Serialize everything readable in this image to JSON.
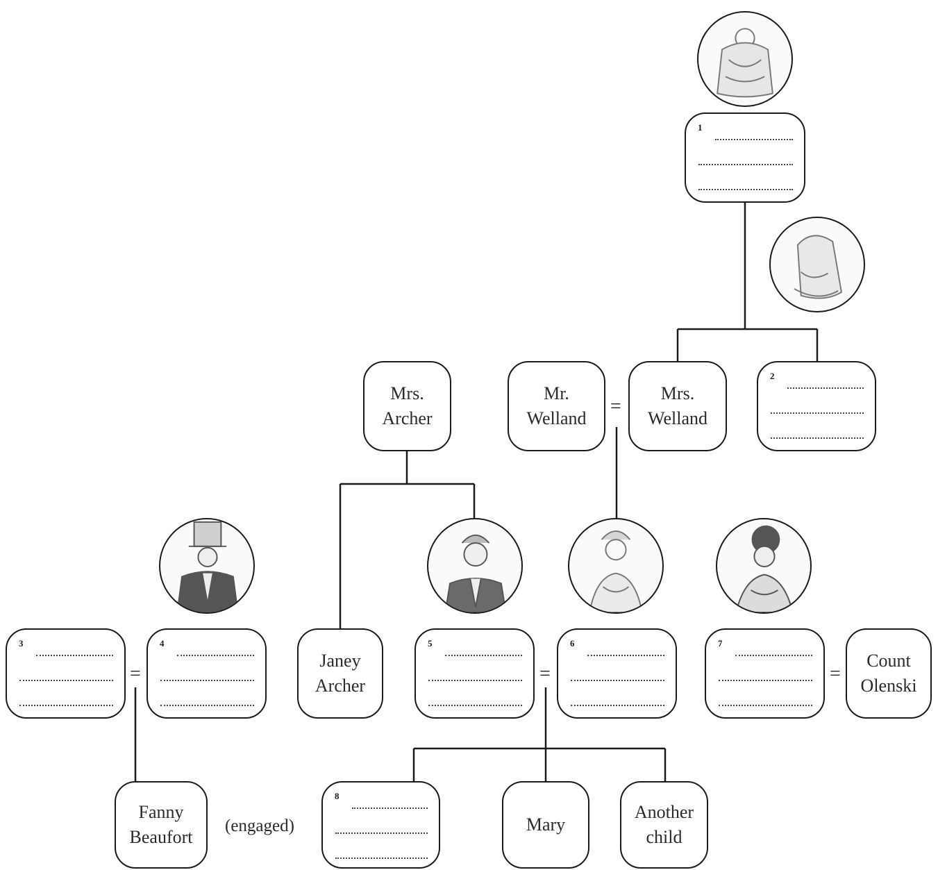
{
  "people": {
    "mrs_archer": [
      "Mrs.",
      "Archer"
    ],
    "mr_welland": [
      "Mr.",
      "Welland"
    ],
    "mrs_welland": [
      "Mrs.",
      "Welland"
    ],
    "janey_archer": [
      "Janey",
      "Archer"
    ],
    "count_olenski": [
      "Count",
      "Olenski"
    ],
    "fanny_beaufort": [
      "Fanny",
      "Beaufort"
    ],
    "mary": [
      "Mary"
    ],
    "another_child": [
      "Another",
      "child"
    ]
  },
  "blanks": {
    "b1": "1",
    "b2": "2",
    "b3": "3",
    "b4": "4",
    "b5": "5",
    "b6": "6",
    "b7": "7",
    "b8": "8"
  },
  "symbols": {
    "marriage": "="
  },
  "annotations": {
    "engaged": "(engaged)"
  }
}
